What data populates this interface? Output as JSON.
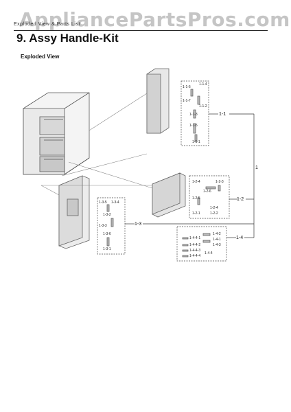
{
  "header": {
    "watermark": "AppliancePartsPros.com",
    "small_text": "Exploded View & Parts List",
    "title": "9.  Assy Handle-Kit"
  },
  "section": {
    "label": "Exploded View"
  },
  "callouts": {
    "main": "1",
    "group_1_1": "1-1",
    "group_1_2": "1-2",
    "group_1_3": "1-3",
    "group_1_4": "1-4",
    "box1": [
      "1-1-6",
      "1-1-4",
      "1-1-7",
      "1-1-2",
      "1-1-3",
      "1-1-5",
      "1-1-1"
    ],
    "box2": [
      "1-2-4",
      "1-2-3",
      "1-2-6",
      "1-2-5",
      "1-2-1",
      "1-2-4",
      "1-2-2"
    ],
    "box3": [
      "1-3-5",
      "1-3-4",
      "1-3-2",
      "1-3-3",
      "1-3-6",
      "1-3-1"
    ],
    "box4": [
      "1-4-4-1",
      "1-4-2",
      "1-4-4-2",
      "1-4-1",
      "1-4-4-3",
      "1-4-3",
      "1-4-4-4",
      "1-4-4"
    ]
  }
}
